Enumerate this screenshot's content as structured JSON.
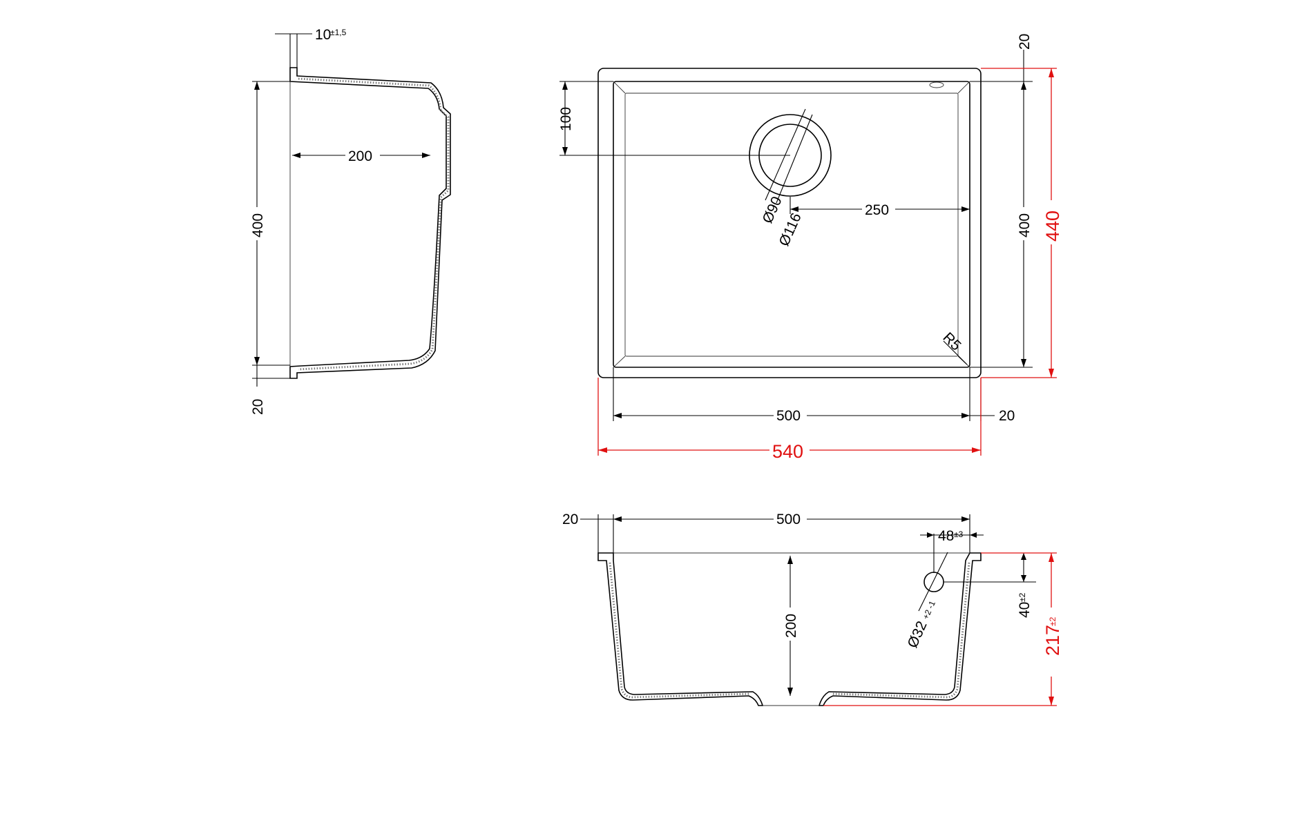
{
  "side_view": {
    "flange_thickness": "10",
    "flange_tolerance": "±1,5",
    "depth": "200",
    "length": "400",
    "rim": "20"
  },
  "top_view": {
    "drain_offset": "100",
    "drain_inner": "Ø90",
    "drain_outer": "Ø116",
    "drain_to_edge": "250",
    "inner_length": "400",
    "outer_length": "440",
    "rim_top": "20",
    "corner_radius": "R5",
    "inner_width": "500",
    "rim_side": "20",
    "outer_width": "540"
  },
  "front_view": {
    "rim_left": "20",
    "inner_width": "500",
    "overflow_offset": "48",
    "overflow_offset_tol": "±3",
    "depth": "200",
    "overflow_diameter": "Ø32",
    "overflow_diameter_tol": "+2 -1",
    "overflow_height": "40",
    "overflow_height_tol": "±2",
    "total_height": "217",
    "total_height_tol": "±2"
  },
  "colors": {
    "lines": "#000000",
    "overall_dimensions": "#e01010",
    "background": "#ffffff"
  }
}
